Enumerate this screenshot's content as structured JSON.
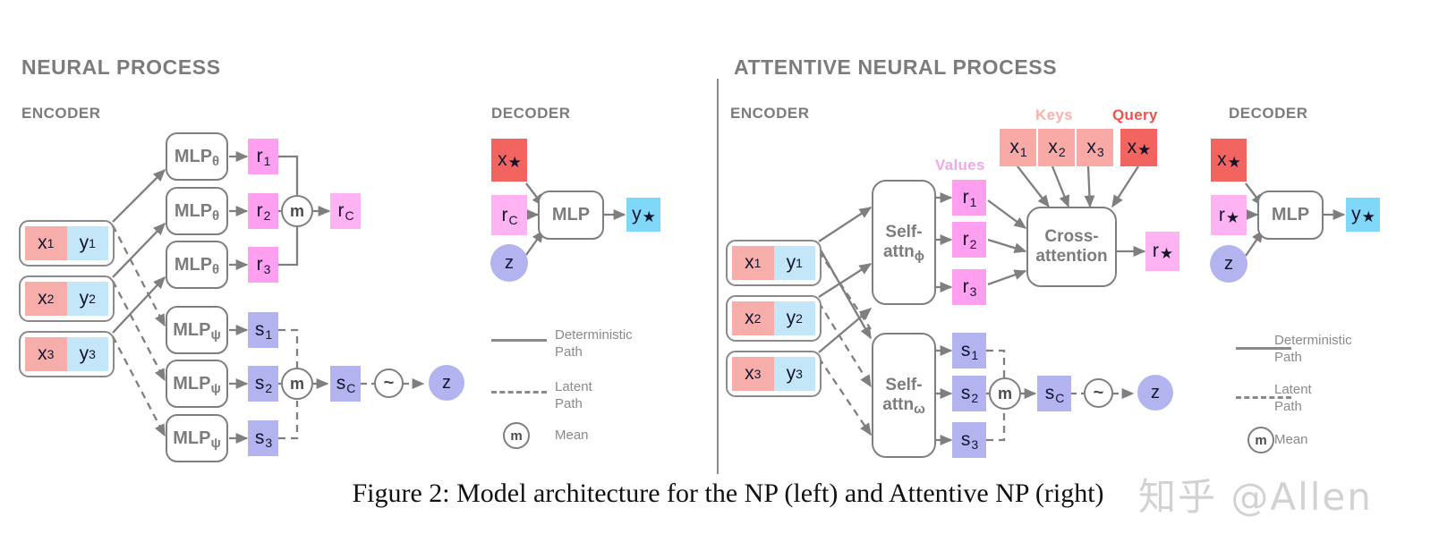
{
  "figure": {
    "caption": "Figure 2: Model architecture for the NP (left) and Attentive NP (right)",
    "watermark": "知乎 @Allen"
  },
  "colors": {
    "outline": "#7f7f7f",
    "label_gray": "#7c7c7c",
    "x_red": "#f7adaa",
    "x_star_red": "#f2645f",
    "y_blue": "#c3e6f9",
    "y_star_cyan": "#7fd8f7",
    "r_pink": "#ff9ff0",
    "r_c_pink": "#ffb3f2",
    "s_purple": "#b3b3f0",
    "keys_label": "#f9b2ae",
    "query_label": "#f2504a",
    "values_label": "#f0a8e8"
  },
  "left_panel": {
    "title": "NEURAL PROCESS",
    "encoder_title": "ENCODER",
    "decoder_title": "DECODER",
    "inputs": [
      {
        "x": "x",
        "x_sub": "1",
        "y": "y",
        "y_sub": "1"
      },
      {
        "x": "x",
        "x_sub": "2",
        "y": "y",
        "y_sub": "2"
      },
      {
        "x": "x",
        "x_sub": "3",
        "y": "y",
        "y_sub": "3"
      }
    ],
    "mlp_det": [
      {
        "label": "MLP",
        "sub": "θ"
      },
      {
        "label": "MLP",
        "sub": "θ"
      },
      {
        "label": "MLP",
        "sub": "θ"
      }
    ],
    "mlp_lat": [
      {
        "label": "MLP",
        "sub": "ψ"
      },
      {
        "label": "MLP",
        "sub": "ψ"
      },
      {
        "label": "MLP",
        "sub": "ψ"
      }
    ],
    "r_nodes": [
      {
        "label": "r",
        "sub": "1"
      },
      {
        "label": "r",
        "sub": "2"
      },
      {
        "label": "r",
        "sub": "3"
      }
    ],
    "s_nodes": [
      {
        "label": "s",
        "sub": "1"
      },
      {
        "label": "s",
        "sub": "2"
      },
      {
        "label": "s",
        "sub": "3"
      }
    ],
    "mean_det": "m",
    "mean_lat": "m",
    "r_c": {
      "label": "r",
      "sub": "C"
    },
    "s_c": {
      "label": "s",
      "sub": "C"
    },
    "sample": "~",
    "z": "z",
    "decoder": {
      "x_star": {
        "label": "x",
        "sub": "★"
      },
      "r_c": {
        "label": "r",
        "sub": "C"
      },
      "z": "z",
      "mlp": "MLP",
      "y_star": {
        "label": "y",
        "sub": "★"
      }
    },
    "legend": {
      "deterministic": "Deterministic\nPath",
      "deterministic_l1": "Deterministic",
      "deterministic_l2": "Path",
      "latent_l1": "Latent",
      "latent_l2": "Path",
      "mean_symbol": "m",
      "mean_label": "Mean"
    }
  },
  "right_panel": {
    "title": "ATTENTIVE NEURAL PROCESS",
    "encoder_title": "ENCODER",
    "decoder_title": "DECODER",
    "inputs": [
      {
        "x": "x",
        "x_sub": "1",
        "y": "y",
        "y_sub": "1"
      },
      {
        "x": "x",
        "x_sub": "2",
        "y": "y",
        "y_sub": "2"
      },
      {
        "x": "x",
        "x_sub": "3",
        "y": "y",
        "y_sub": "3"
      }
    ],
    "self_attn_det": {
      "l1": "Self-",
      "l2": "attn",
      "sub": "ϕ"
    },
    "self_attn_lat": {
      "l1": "Self-",
      "l2": "attn",
      "sub": "ω"
    },
    "values_label": "Values",
    "keys_label": "Keys",
    "query_label": "Query",
    "r_nodes": [
      {
        "label": "r",
        "sub": "1"
      },
      {
        "label": "r",
        "sub": "2"
      },
      {
        "label": "r",
        "sub": "3"
      }
    ],
    "s_nodes": [
      {
        "label": "s",
        "sub": "1"
      },
      {
        "label": "s",
        "sub": "2"
      },
      {
        "label": "s",
        "sub": "3"
      }
    ],
    "keys": [
      {
        "label": "x",
        "sub": "1"
      },
      {
        "label": "x",
        "sub": "2"
      },
      {
        "label": "x",
        "sub": "3"
      }
    ],
    "query": {
      "label": "x",
      "sub": "★"
    },
    "cross_attention": {
      "l1": "Cross-",
      "l2": "attention"
    },
    "r_star": {
      "label": "r",
      "sub": "★"
    },
    "mean_lat": "m",
    "s_c": {
      "label": "s",
      "sub": "C"
    },
    "sample": "~",
    "z": "z",
    "decoder": {
      "x_star": {
        "label": "x",
        "sub": "★"
      },
      "r_star": {
        "label": "r",
        "sub": "★"
      },
      "z": "z",
      "mlp": "MLP",
      "y_star": {
        "label": "y",
        "sub": "★"
      }
    },
    "legend": {
      "deterministic_l1": "Deterministic",
      "deterministic_l2": "Path",
      "latent_l1": "Latent",
      "latent_l2": "Path",
      "mean_symbol": "m",
      "mean_label": "Mean"
    }
  }
}
